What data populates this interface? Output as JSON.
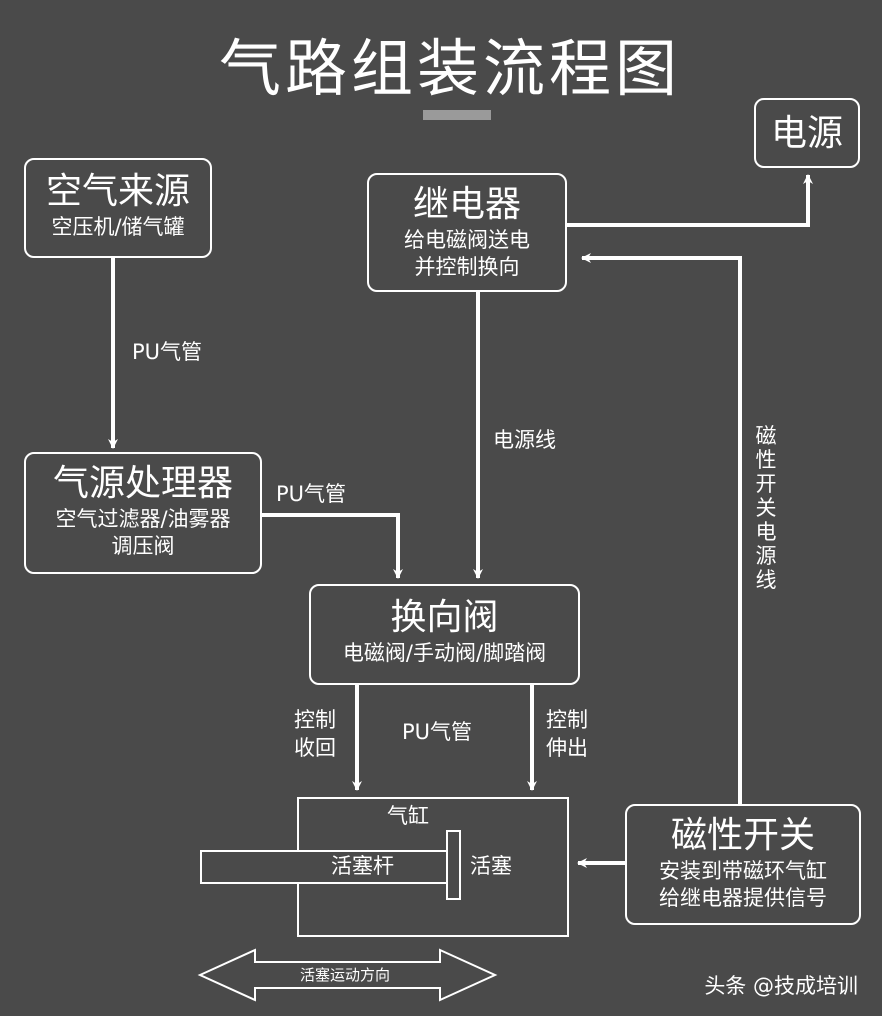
{
  "title": "气路组装流程图",
  "boxes": {
    "air_source": {
      "title": "空气来源",
      "sub": "空压机/储气罐"
    },
    "power": {
      "title": "电源"
    },
    "relay": {
      "title": "继电器",
      "sub1": "给电磁阀送电",
      "sub2": "并控制换向"
    },
    "air_treatment": {
      "title": "气源处理器",
      "sub1": "空气过滤器/油雾器",
      "sub2": "调压阀"
    },
    "valve": {
      "title": "换向阀",
      "sub": "电磁阀/手动阀/脚踏阀"
    },
    "magnetic_switch": {
      "title": "磁性开关",
      "sub1": "安装到带磁环气缸",
      "sub2": "给继电器提供信号"
    }
  },
  "labels": {
    "pu_tube_1": "PU气管",
    "pu_tube_2": "PU气管",
    "pu_tube_3": "PU气管",
    "power_line": "电源线",
    "magnetic_power_line": "磁性开关电源线",
    "control_retract": "控制收回",
    "control_extend": "控制伸出"
  },
  "cylinder": {
    "cylinder": "气缸",
    "rod": "活塞杆",
    "piston": "活塞",
    "motion": "活塞运动方向"
  },
  "footer": "头条 @技成培训"
}
